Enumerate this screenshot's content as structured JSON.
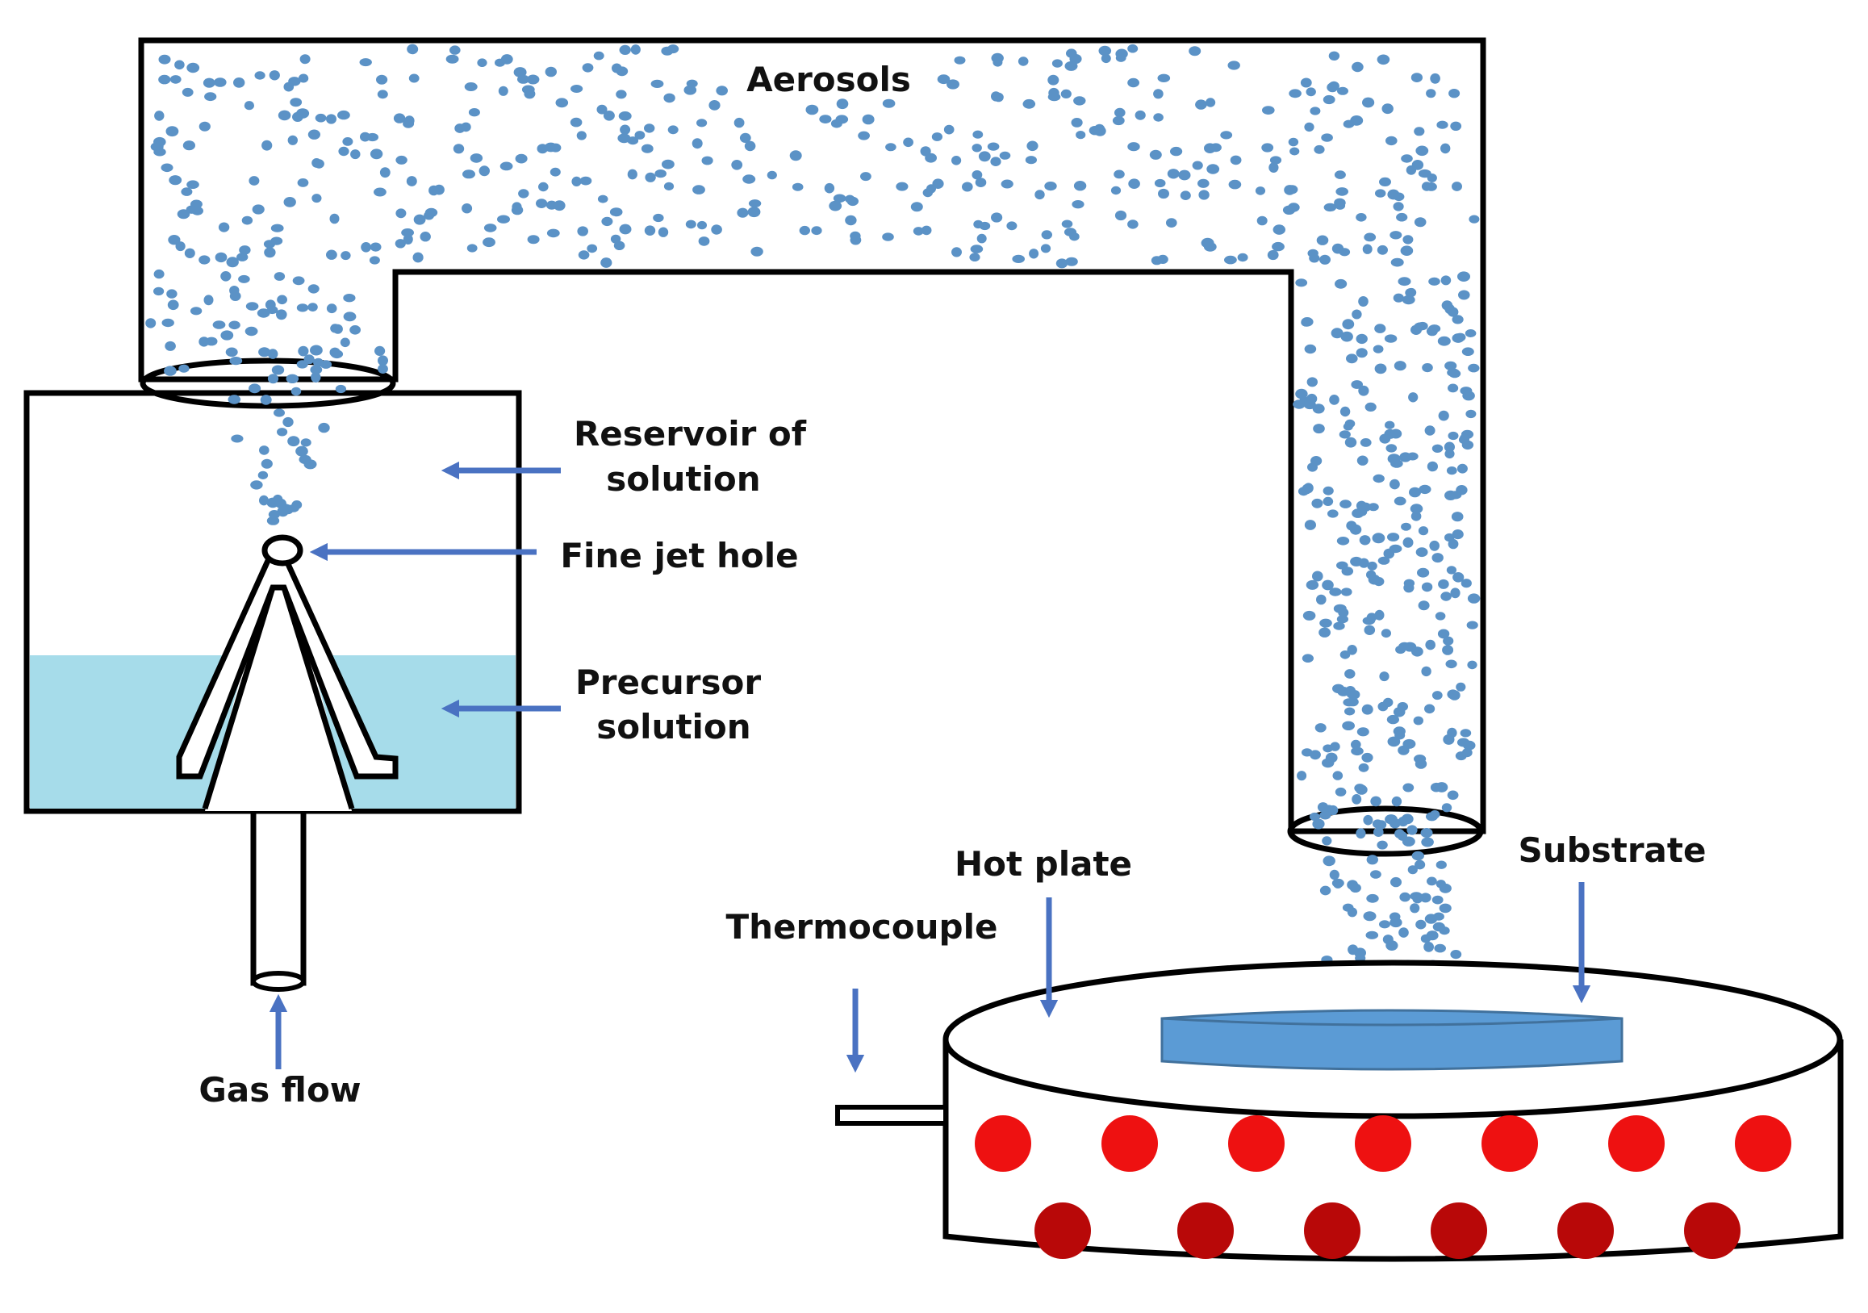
{
  "labels": {
    "aerosols": "Aerosols",
    "reservoir_line1": "Reservoir of",
    "reservoir_line2": "solution",
    "fine_jet_hole": "Fine jet hole",
    "precursor_line1": "Precursor",
    "precursor_line2": "solution",
    "gas_flow": "Gas flow",
    "hot_plate": "Hot plate",
    "substrate": "Substrate",
    "thermocouple": "Thermocouple"
  },
  "colors": {
    "outline": "#000000",
    "aerosol_droplet": "#5b92c6",
    "precursor_solution": "#a6dcea",
    "arrow": "#4a72c2",
    "substrate": "#5b9bd5",
    "heater_bright": "#ee1111",
    "heater_dark": "#b80808"
  }
}
